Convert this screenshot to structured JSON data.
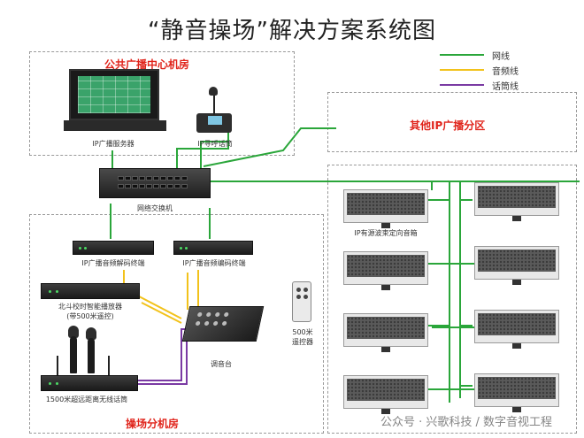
{
  "title": "“静音操场”解决方案系统图",
  "legend": [
    {
      "label": "网线",
      "color": "#2aa63a"
    },
    {
      "label": "音频线",
      "color": "#f2c21b"
    },
    {
      "label": "话筒线",
      "color": "#7a3aa3"
    }
  ],
  "rooms": {
    "center": "公共广播中心机房",
    "other": "其他IP广播分区",
    "field": "操场分机房"
  },
  "devices": {
    "server": "IP广播服务器",
    "paging_mic": "IP寻呼话筒",
    "switch": "网络交换机",
    "decoder": "IP广播音频解码终端",
    "encoder": "IP广播音频编码终端",
    "player_line1": "北斗校时智能播放器",
    "player_line2": "(带500米遥控)",
    "mixer": "调音台",
    "remote_line1": "500米",
    "remote_line2": "遥控器",
    "wireless_mic": "1500米超远距离无线话筒",
    "speaker": "IP有源波束定向音箱"
  },
  "watermark": "公众号 · 兴歌科技 / 数字音视工程"
}
